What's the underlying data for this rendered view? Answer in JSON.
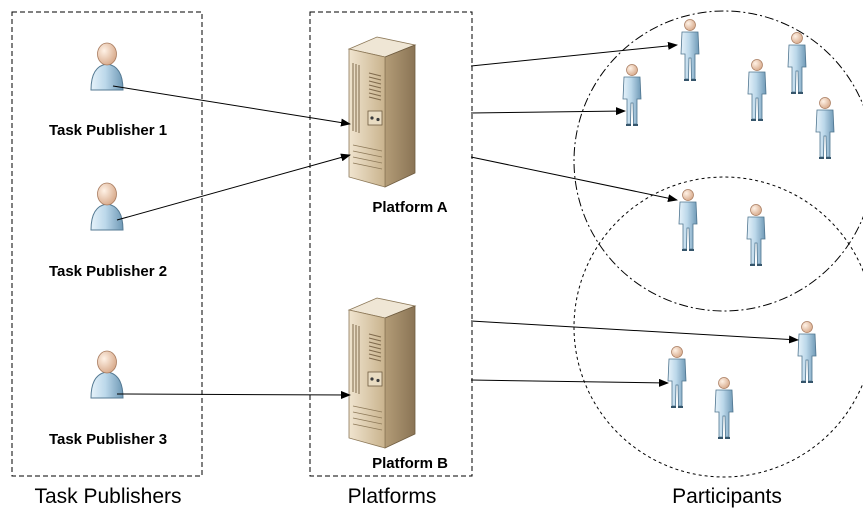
{
  "publishers": {
    "group_caption": "Task Publishers",
    "items": [
      {
        "label": "Task Publisher 1"
      },
      {
        "label": "Task Publisher 2"
      },
      {
        "label": "Task Publisher 3"
      }
    ]
  },
  "platforms": {
    "group_caption": "Platforms",
    "items": [
      {
        "label": "Platform A"
      },
      {
        "label": "Platform B"
      }
    ]
  },
  "participants": {
    "group_caption": "Participants"
  },
  "colors": {
    "person_body": "#bcd8ea",
    "person_head": "#f3d9c3",
    "server_body": "#d9c7a6",
    "server_dark": "#9f8a68",
    "line": "#000000"
  }
}
